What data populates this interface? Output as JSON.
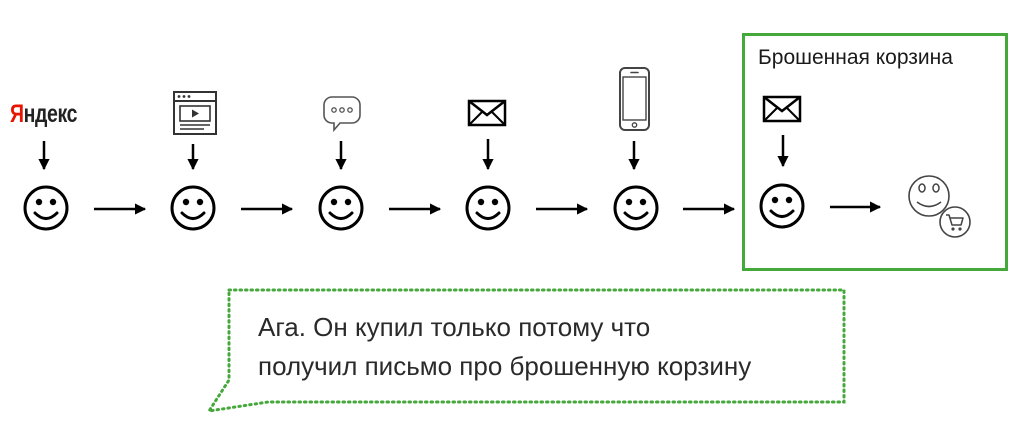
{
  "steps": [
    {
      "source": "yandex",
      "icon": "yandex-logo"
    },
    {
      "source": "website",
      "icon": "browser-video-icon"
    },
    {
      "source": "chat",
      "icon": "speech-bubble-icon"
    },
    {
      "source": "email",
      "icon": "envelope-icon"
    },
    {
      "source": "mobile",
      "icon": "smartphone-icon"
    },
    {
      "source": "email",
      "icon": "envelope-icon"
    }
  ],
  "yandex_logo": {
    "first_letter": "Я",
    "rest": "ндекс",
    "color": "#e61400"
  },
  "abandoned_cart": {
    "title": "Брошенная корзина",
    "border_color": "#45a83b",
    "result_icon": "smiley-cart-icon"
  },
  "speech_bubble": {
    "lines": [
      "Ага. Он купил только потому что",
      "получил письмо про брошенную корзину"
    ],
    "border_color": "#45a83b",
    "border_style": "dotted"
  }
}
